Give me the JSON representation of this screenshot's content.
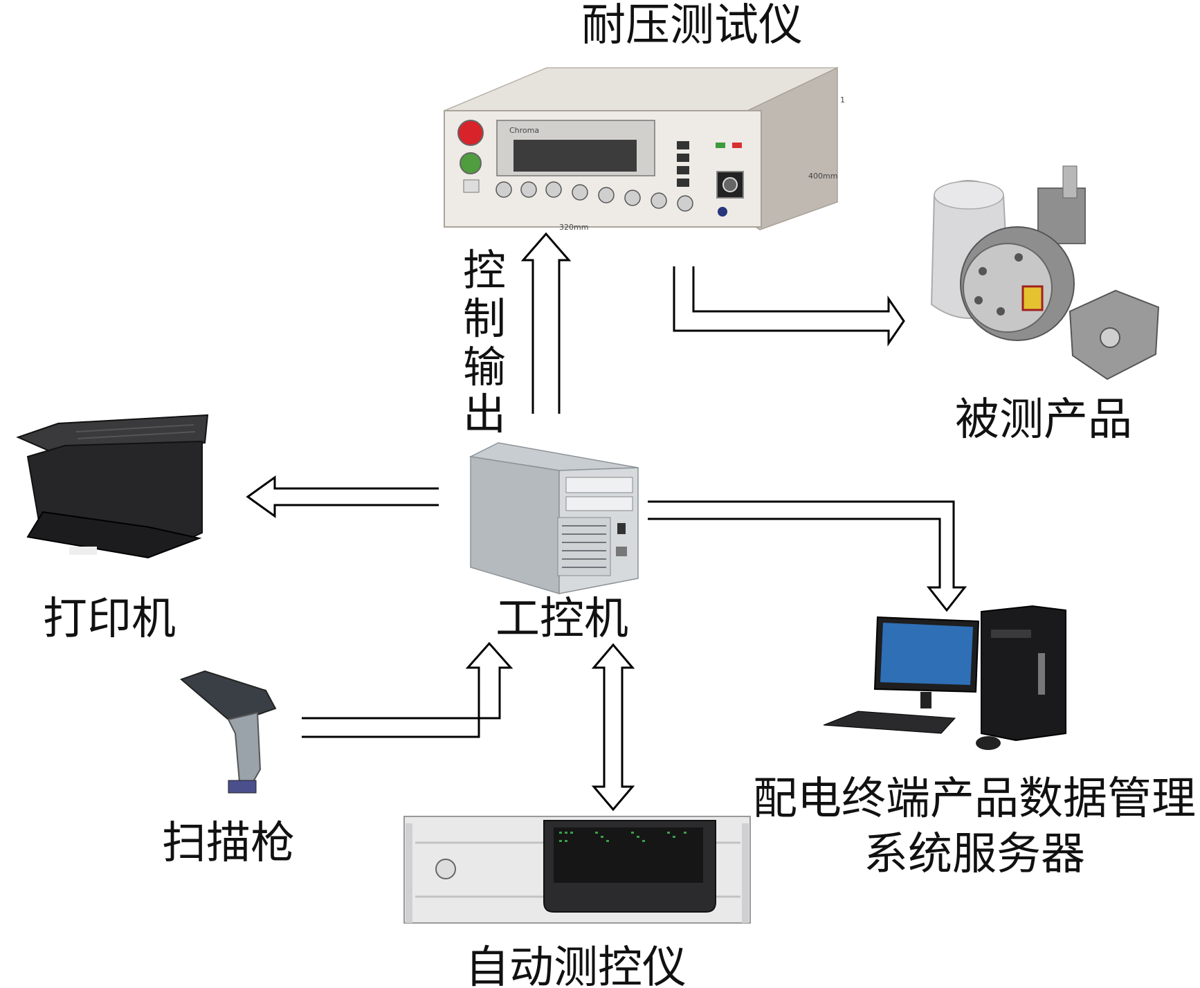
{
  "labels": {
    "tester": "耐压测试仪",
    "dut": "被测产品",
    "printer": "打印机",
    "ipc": "工控机",
    "scanner": "扫描枪",
    "auto_tester": "自动测控仪",
    "server_line1": "配电终端产品数据管理",
    "server_line2": "系统服务器",
    "control_output": [
      "控",
      "制",
      "输",
      "出"
    ]
  },
  "tester_panel": {
    "brand": "Chroma",
    "dim_width": "320mm",
    "dim_depth": "400mm",
    "dim_height": "1"
  }
}
